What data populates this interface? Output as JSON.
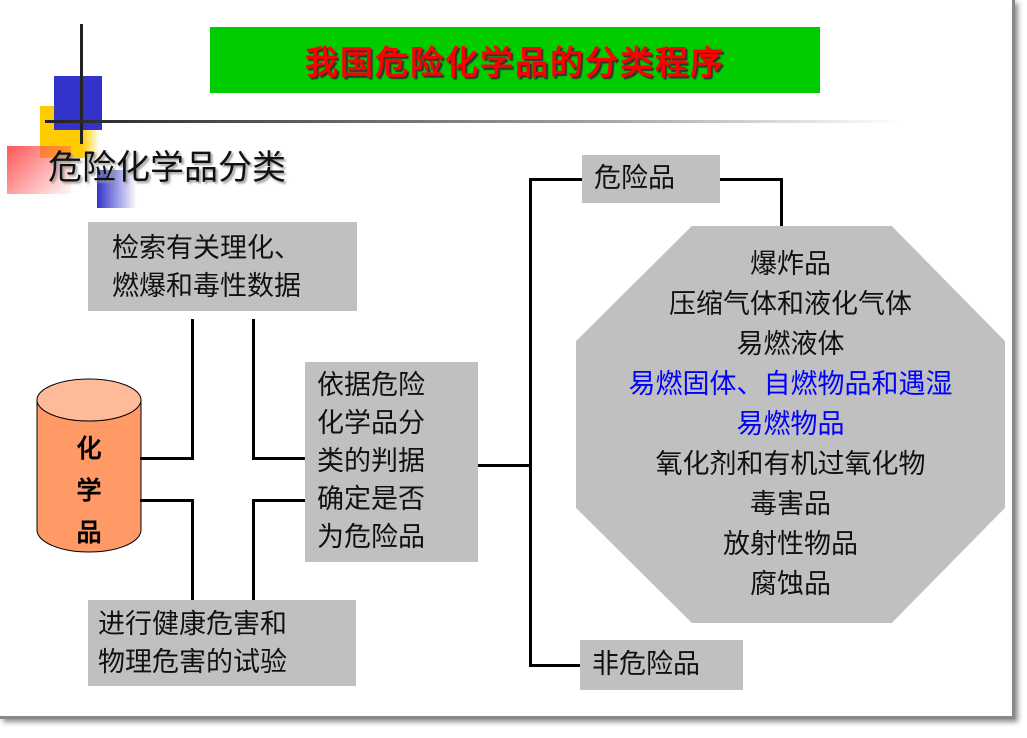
{
  "title": "我国危险化学品的分类程序",
  "subtitle": "危险化学品分类",
  "cylinder_label": [
    "化",
    "学",
    "品"
  ],
  "search_box": [
    "检索有关理化、",
    "燃爆和毒性数据"
  ],
  "test_box": [
    "进行健康危害和",
    "物理危害的试验"
  ],
  "decision_box": [
    "依据危险",
    "化学品分",
    "类的判据",
    "确定是否",
    "为危险品"
  ],
  "hazardous_label": "危险品",
  "non_hazardous_label": "非危险品",
  "categories": [
    {
      "label": "爆炸品",
      "highlight": false
    },
    {
      "label": "压缩气体和液化气体",
      "highlight": false
    },
    {
      "label": "易燃液体",
      "highlight": false
    },
    {
      "label": "易燃固体、自燃物品和遇湿",
      "highlight": true
    },
    {
      "label": "易燃物品",
      "highlight": true
    },
    {
      "label": "氧化剂和有机过氧化物",
      "highlight": false
    },
    {
      "label": "毒害品",
      "highlight": false
    },
    {
      "label": "放射性物品",
      "highlight": false
    },
    {
      "label": "腐蚀品",
      "highlight": false
    }
  ],
  "colors": {
    "title_bg": "#00cc00",
    "title_text": "#ff0000",
    "box": "#c0c0c0",
    "cylinder": "#ff9966",
    "highlight": "#0000ff"
  }
}
